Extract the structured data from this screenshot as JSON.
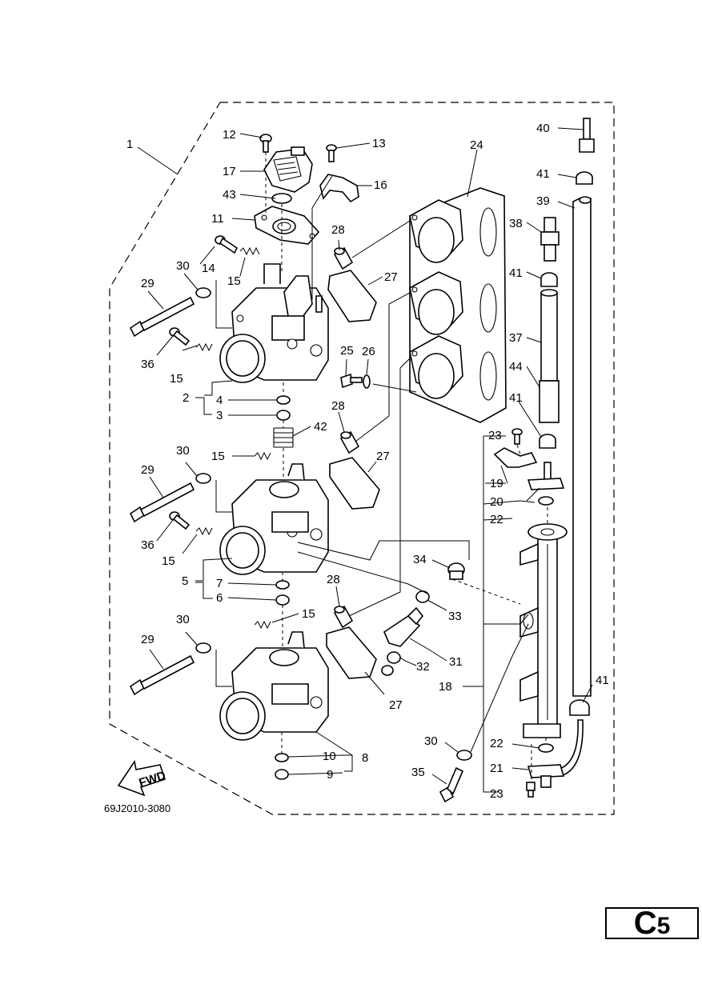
{
  "diagram": {
    "drawing_code": "69J2010-3080",
    "fwd_label": "FWD",
    "page_section": "C",
    "page_number": "5",
    "callouts": {
      "c1": "1",
      "c2": "2",
      "c3": "3",
      "c4": "4",
      "c5": "5",
      "c6": "6",
      "c7": "7",
      "c8": "8",
      "c9": "9",
      "c10": "10",
      "c11": "11",
      "c12": "12",
      "c13": "13",
      "c14": "14",
      "c15a": "15",
      "c15b": "15",
      "c15c": "15",
      "c15d": "15",
      "c15e": "15",
      "c16": "16",
      "c17": "17",
      "c18": "18",
      "c19": "19",
      "c20": "20",
      "c21": "21",
      "c22a": "22",
      "c22b": "22",
      "c23a": "23",
      "c23b": "23",
      "c24": "24",
      "c25": "25",
      "c26": "26",
      "c27a": "27",
      "c27b": "27",
      "c27c": "27",
      "c28a": "28",
      "c28b": "28",
      "c28c": "28",
      "c29a": "29",
      "c29b": "29",
      "c29c": "29",
      "c30a": "30",
      "c30b": "30",
      "c30c": "30",
      "c30d": "30",
      "c31": "31",
      "c32": "32",
      "c33": "33",
      "c34": "34",
      "c35": "35",
      "c36a": "36",
      "c36b": "36",
      "c37": "37",
      "c38": "38",
      "c39": "39",
      "c40": "40",
      "c41a": "41",
      "c41b": "41",
      "c41c": "41",
      "c41d": "41",
      "c42": "42",
      "c43": "43",
      "c44": "44"
    }
  }
}
